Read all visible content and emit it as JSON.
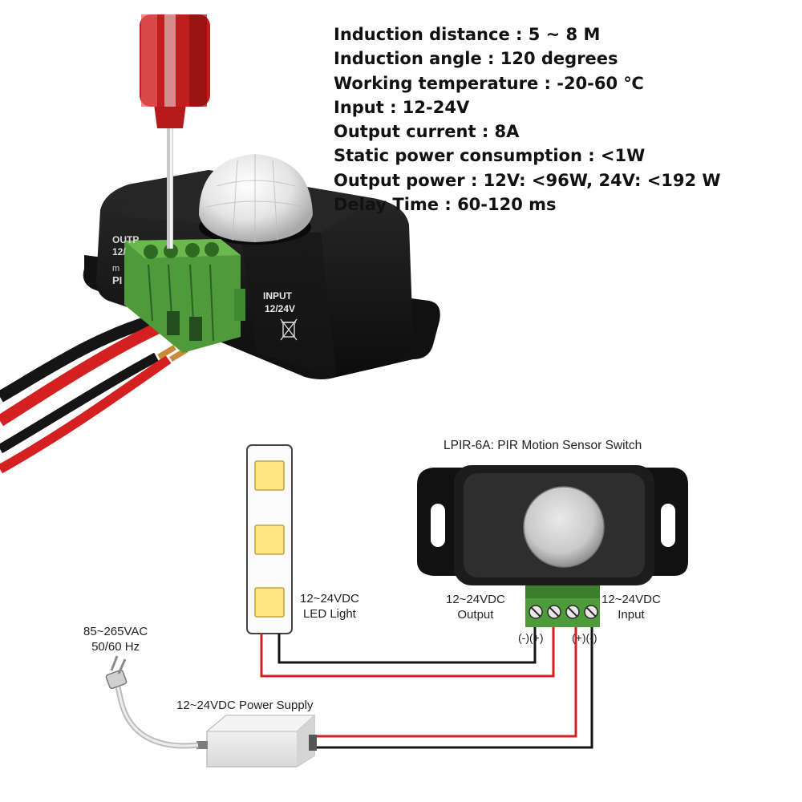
{
  "specs": [
    "Induction distance : 5 ~ 8 M",
    "Induction angle : 120 degrees",
    "Working temperature : -20-60 ℃",
    "Input : 12-24V",
    "Output current : 8A",
    "Static power consumption : <1W",
    "Output power : 12V: <96W, 24V: <192 W",
    "Delay Time : 60-120 ms"
  ],
  "photo": {
    "output_label_line1": "OUTP",
    "output_label_line2": "12/",
    "output_label_line3": "m",
    "output_label_line4": "PI",
    "input_label_line1": "INPUT",
    "input_label_line2": "12/24V"
  },
  "diagram": {
    "device_title": "LPIR-6A: PIR Motion Sensor Switch",
    "output_label_line1": "12~24VDC",
    "output_label_line2": "Output",
    "input_label_line1": "12~24VDC",
    "input_label_line2": "Input",
    "led_label_line1": "12~24VDC",
    "led_label_line2": "LED Light",
    "ac_label_line1": "85~265VAC",
    "ac_label_line2": "50/60 Hz",
    "power_supply_label": "12~24VDC Power Supply",
    "polarity_out": "(-)(+)",
    "polarity_in": "(+)(-)"
  },
  "colors": {
    "wire_red": "#d42020",
    "wire_black": "#151515",
    "terminal_green": "#4f9a3a",
    "led_yellow": "#ffe680",
    "device_body": "#1c1c1c"
  }
}
